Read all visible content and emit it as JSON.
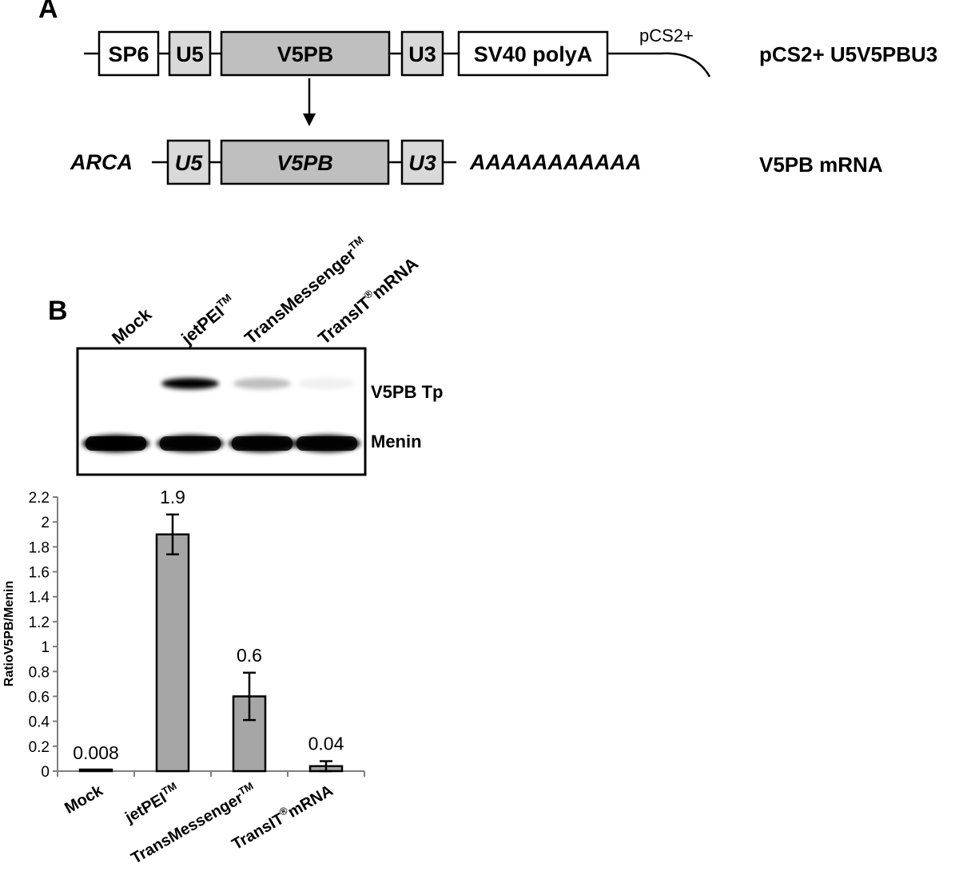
{
  "panel_a": {
    "letter": "A",
    "construct": {
      "boxes": [
        "SP6",
        "U5",
        "V5PB",
        "U3",
        "SV40 polyA"
      ],
      "backbone_label": "pCS2+",
      "name": "pCS2+ U5V5PBU3"
    },
    "mrna": {
      "cap": "ARCA",
      "boxes": [
        "U5",
        "V5PB",
        "U3"
      ],
      "tail": "AAAAAAAAAAA",
      "name": "V5PB mRNA"
    }
  },
  "panel_b": {
    "letter": "B",
    "blot": {
      "lanes": [
        {
          "base": "Mock",
          "sup": ""
        },
        {
          "base": "jetPEI",
          "sup": "TM"
        },
        {
          "base": "TransMessenger",
          "sup": "TM"
        },
        {
          "base": "TransIT",
          "sup": "®",
          "post": "mRNA"
        }
      ],
      "rows": [
        "V5PB Tp",
        "Menin"
      ],
      "v5pb_band_intensity": [
        0.0,
        1.0,
        0.25,
        0.06
      ],
      "menin_band_intensity": [
        1.0,
        0.95,
        0.95,
        0.95
      ]
    }
  },
  "chart_data": {
    "type": "bar",
    "categories": [
      "Mock",
      "jetPEITM",
      "TransMessengerTM",
      "TransIT®mRNA"
    ],
    "category_parts": [
      {
        "base": "Mock",
        "sup": "",
        "post": ""
      },
      {
        "base": "jetPEI",
        "sup": "TM",
        "post": ""
      },
      {
        "base": "TransMessenger",
        "sup": "TM",
        "post": ""
      },
      {
        "base": "TransIT",
        "sup": "®",
        "post": "mRNA"
      }
    ],
    "values": [
      0.008,
      1.9,
      0.6,
      0.04
    ],
    "data_labels": [
      "0.008",
      "1.9",
      "0.6",
      "0.04"
    ],
    "errors": [
      0.0,
      0.16,
      0.19,
      0.04
    ],
    "xlabel": "",
    "ylabel": "RatioV5PB/Menin",
    "ylim": [
      0,
      2.2
    ],
    "yticks": [
      "0",
      "0.2",
      "0.4",
      "0.6",
      "0.8",
      "1",
      "1.2",
      "1.4",
      "1.6",
      "1.8",
      "2",
      "2.2"
    ],
    "bar_color": "#a6a6a6",
    "grid": false,
    "legend": "none"
  }
}
